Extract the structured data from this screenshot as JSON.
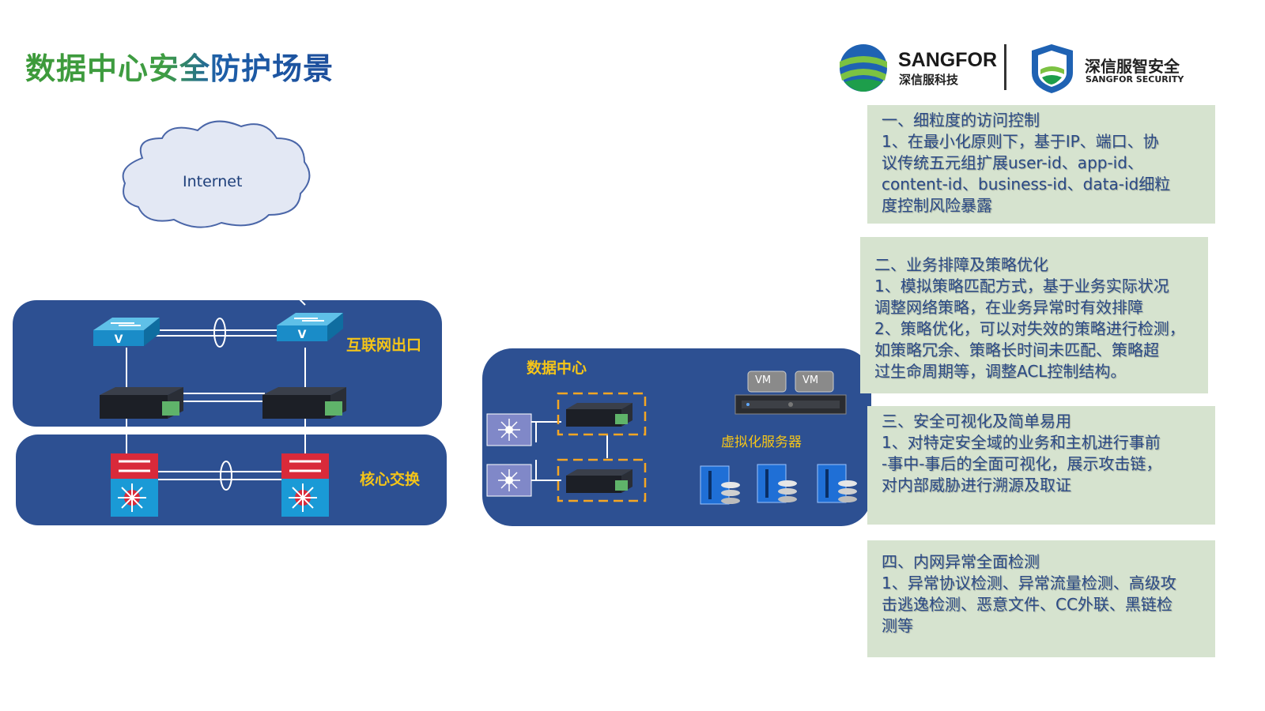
{
  "title": "数据中心安全防护场景",
  "logo": {
    "brand_en": "SANGFOR",
    "brand_cn": "深信服科技",
    "security_cn": "深信服智安全",
    "security_en": "SANGFOR SECURITY"
  },
  "diagram": {
    "cloud_label": "Internet",
    "internet_exit_label": "互联网出口",
    "core_switch_label": "核心交换",
    "datacenter_label": "数据中心",
    "virtualization_label": "虚拟化服务器",
    "vm_labels": [
      "VM",
      "VM"
    ]
  },
  "info_boxes": [
    {
      "heading": "一、细粒度的访问控制",
      "lines": [
        "1、在最小化原则下，基于IP、端口、协",
        "议传统五元组扩展user-id、app-id、",
        "content-id、business-id、data-id细粒",
        "度控制风险暴露"
      ]
    },
    {
      "heading": "二、业务排障及策略优化",
      "lines": [
        "1、模拟策略匹配方式，基于业务实际状况",
        "调整网络策略，在业务异常时有效排障",
        "2、策略优化，可以对失效的策略进行检测，",
        "如策略冗余、策略长时间未匹配、策略超",
        "过生命周期等，调整ACL控制结构。"
      ]
    },
    {
      "heading": "三、安全可视化及简单易用",
      "lines": [
        "1、对特定安全域的业务和主机进行事前",
        "-事中-事后的全面可视化，展示攻击链，",
        "对内部威胁进行溯源及取证"
      ]
    },
    {
      "heading": "四、内网异常全面检测",
      "lines": [
        "1、异常协议检测、异常流量检测、高级攻",
        "击逃逸检测、恶意文件、CC外联、黑链检",
        "测等"
      ]
    }
  ],
  "colors": {
    "panel_blue": "#2d5092",
    "label_yellow": "#f5c518",
    "box_green": "#d6e3cf",
    "text_blue": "#2b4a86",
    "title_green": "#3d9a3a",
    "title_blue": "#1d5fa8"
  }
}
